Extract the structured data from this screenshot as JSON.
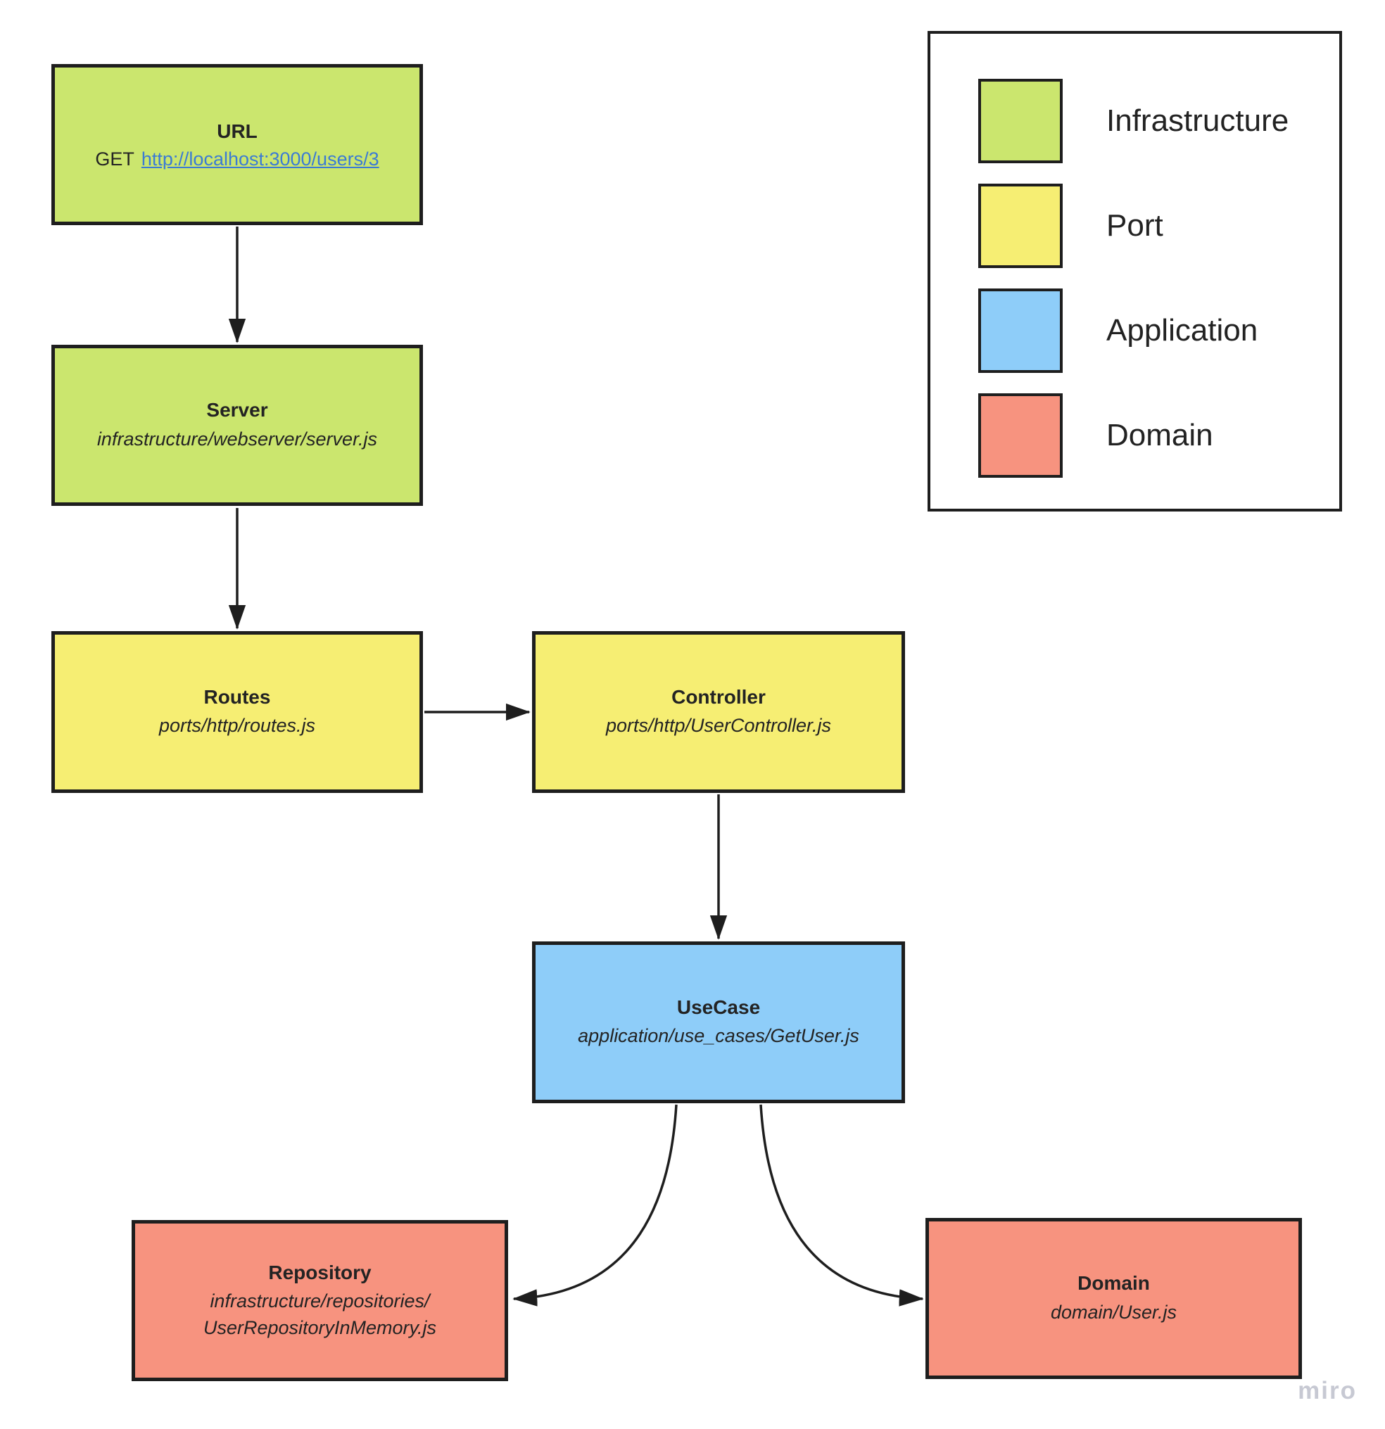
{
  "nodes": {
    "url": {
      "title": "URL",
      "method": "GET",
      "link": "http://localhost:3000/users/3"
    },
    "server": {
      "title": "Server",
      "path": "infrastructure/webserver/server.js"
    },
    "routes": {
      "title": "Routes",
      "path": "ports/http/routes.js"
    },
    "controller": {
      "title": "Controller",
      "path": "ports/http/UserController.js"
    },
    "usecase": {
      "title": "UseCase",
      "path": "application/use_cases/GetUser.js"
    },
    "repository": {
      "title": "Repository",
      "path_line_1": "infrastructure/repositories/",
      "path_line_2": "UserRepositoryInMemory.js"
    },
    "domain": {
      "title": "Domain",
      "path": "domain/User.js"
    }
  },
  "legend": {
    "items": [
      {
        "label": "Infrastructure",
        "color": "#cbe66e"
      },
      {
        "label": "Port",
        "color": "#f6ee73"
      },
      {
        "label": "Application",
        "color": "#8ecdf9"
      },
      {
        "label": "Domain",
        "color": "#f7937f"
      }
    ]
  },
  "colors": {
    "infrastructure": "#cbe66e",
    "port": "#f6ee73",
    "application": "#8ecdf9",
    "domain": "#f7937f",
    "box_border": "#1e1e1e",
    "link": "#3b7bd4"
  },
  "watermark": "miro"
}
